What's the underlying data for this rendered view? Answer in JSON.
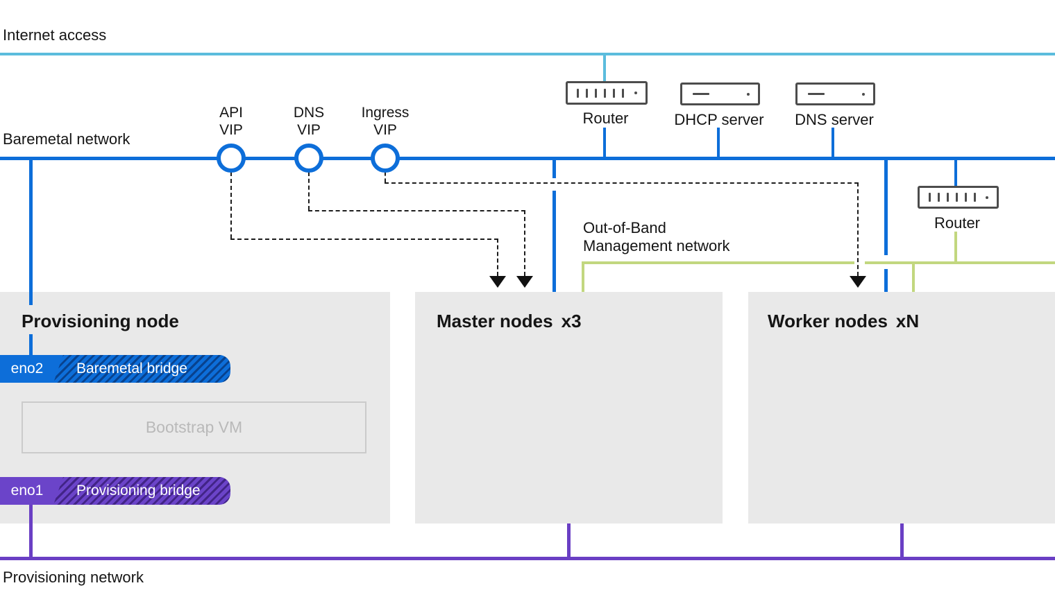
{
  "colors": {
    "internet_line": "#5bbcdd",
    "baremetal_line": "#0d6ed9",
    "oob_line": "#c2d77f",
    "provisioning_line": "#6a3fc4",
    "dashed_connector": "#1c1c1c",
    "node_box": "#e9e9e9",
    "icon_outline": "#4c4c4c",
    "badge_baremetal": "#0d6ed9",
    "badge_provisioning": "#6b44c9",
    "muted_text": "#b9b9b9"
  },
  "networks": {
    "internet": {
      "label": "Internet access"
    },
    "baremetal": {
      "label": "Baremetal network"
    },
    "oob": {
      "line1": "Out-of-Band",
      "line2": "Management network"
    },
    "provisioning": {
      "label": "Provisioning network"
    }
  },
  "vips": [
    {
      "line1": "API",
      "line2": "VIP"
    },
    {
      "line1": "DNS",
      "line2": "VIP"
    },
    {
      "line1": "Ingress",
      "line2": "VIP"
    }
  ],
  "devices": {
    "router_top": {
      "label": "Router"
    },
    "dhcp_server": {
      "label": "DHCP server"
    },
    "dns_server": {
      "label": "DNS server"
    },
    "router_oob": {
      "label": "Router"
    }
  },
  "nodes": {
    "provisioning": {
      "title": "Provisioning node",
      "nic_baremetal": {
        "name": "eno2",
        "bridge": "Baremetal bridge"
      },
      "bootstrap_vm": {
        "label": "Bootstrap VM"
      },
      "nic_provisioning": {
        "name": "eno1",
        "bridge": "Provisioning bridge"
      }
    },
    "master": {
      "title": "Master nodes",
      "count": "x3"
    },
    "worker": {
      "title": "Worker nodes",
      "count": "xN"
    }
  }
}
